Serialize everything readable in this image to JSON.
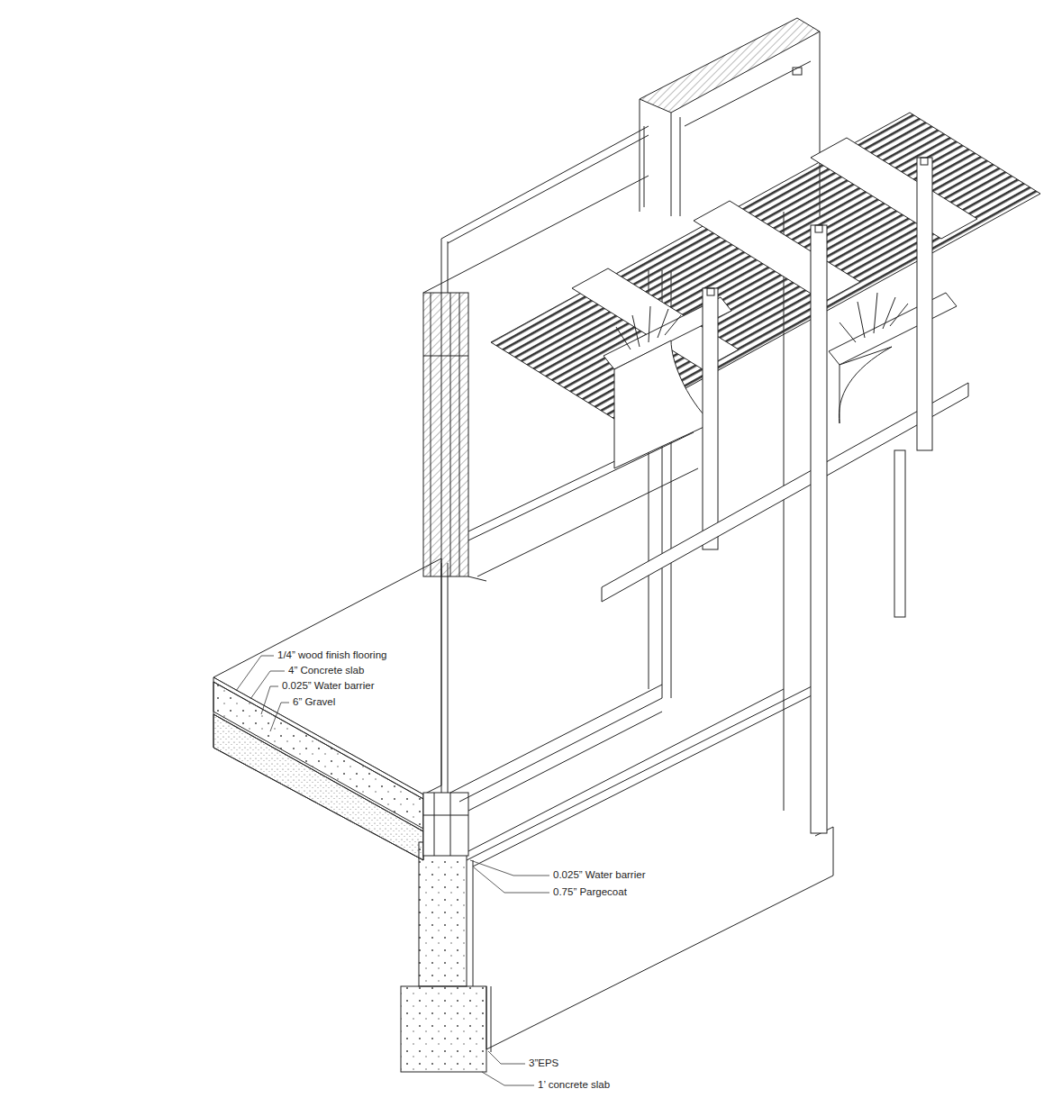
{
  "diagram": {
    "labels": [
      "1/4” wood finish flooring",
      "4” Concrete slab",
      "0.025” Water barrier",
      "6”  Gravel",
      "0.025” Water barrier",
      "0.75”  Pargecoat",
      "3”EPS",
      "1’ concrete slab"
    ]
  }
}
